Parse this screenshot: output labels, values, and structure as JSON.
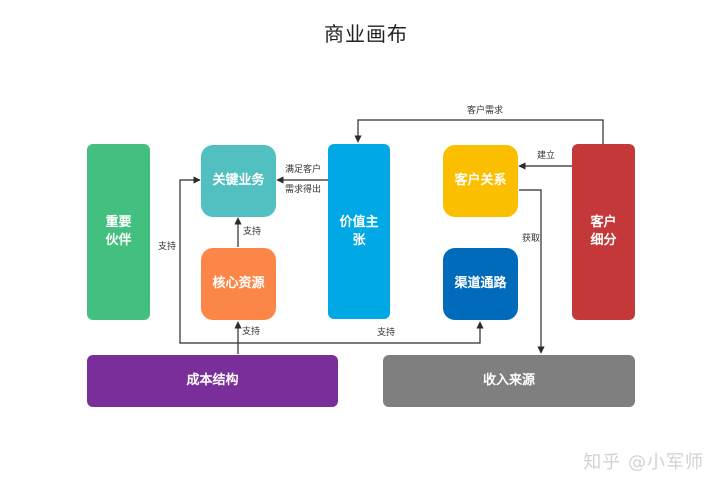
{
  "title": "商业画布",
  "nodes": {
    "key_partners": {
      "label": "重要\n伙伴",
      "color": "#43bf7f"
    },
    "key_activities": {
      "label": "关键业务",
      "color": "#52c0c0"
    },
    "key_resources": {
      "label": "核心资源",
      "color": "#fb8648"
    },
    "value_proposition": {
      "label": "价值主\n张",
      "color": "#00a8e6"
    },
    "customer_relationships": {
      "label": "客户关系",
      "color": "#fcbf00"
    },
    "channels": {
      "label": "渠道通路",
      "color": "#006bba"
    },
    "customer_segments": {
      "label": "客户\n细分",
      "color": "#c5383a"
    },
    "cost_structure": {
      "label": "成本结构",
      "color": "#7a2e99"
    },
    "revenue_streams": {
      "label": "收入来源",
      "color": "#7f7f7f"
    }
  },
  "edges": {
    "customer_needs": "客户需求",
    "establish": "建立",
    "satisfy_customer": "满足客户",
    "needs_obtained": "需求得出",
    "support_resources_to_activities": "支持",
    "support_left": "支持",
    "support_bottom_left": "支持",
    "support_bottom_right": "支持",
    "obtain": "获取"
  },
  "watermark": "知乎 @小军师"
}
